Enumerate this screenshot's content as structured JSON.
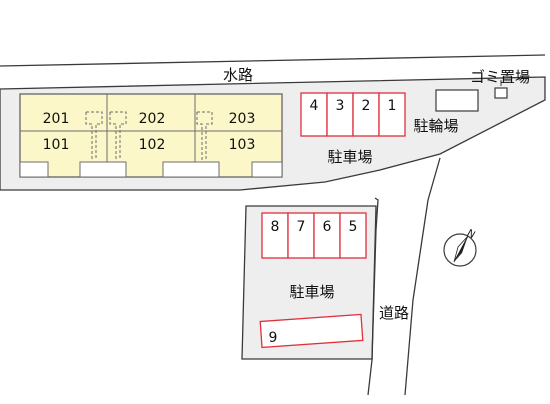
{
  "map": {
    "waterway_label": "水路",
    "road_label": "道路",
    "garbage_label": "ゴミ置場",
    "bicycle_label": "駐輪場",
    "parking_label_upper": "駐車場",
    "parking_label_lower": "駐車場",
    "units_upper": [
      "201",
      "202",
      "203"
    ],
    "units_lower": [
      "101",
      "102",
      "103"
    ],
    "parking_upper_stalls": [
      "4",
      "3",
      "2",
      "1"
    ],
    "parking_lower_stalls": [
      "8",
      "7",
      "6",
      "5"
    ],
    "parking_long_stall": "9",
    "compass": "N",
    "colors": {
      "building_fill": "#fbf7c8",
      "building_stroke": "#6e6e6e",
      "parking_stroke": "#e0303c",
      "ground_fill": "#eeeeee",
      "line": "#3a3a3a"
    }
  }
}
